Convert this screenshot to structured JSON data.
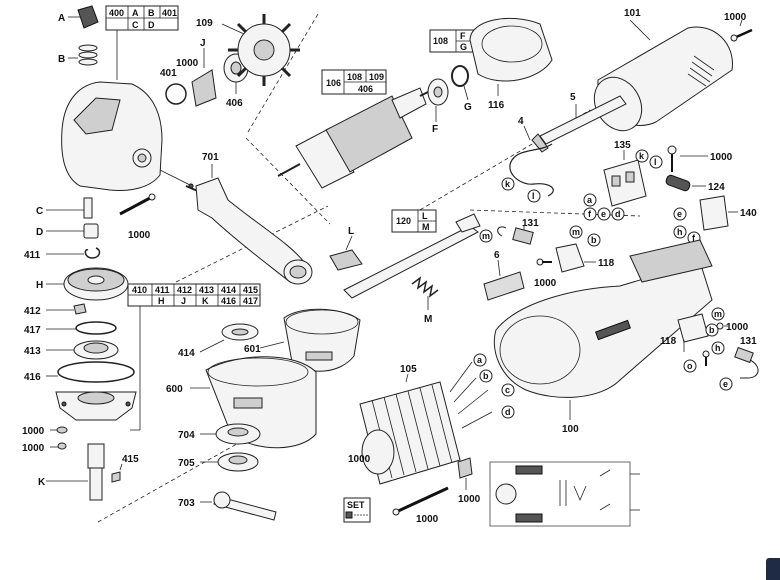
{
  "parts": {
    "A": "A",
    "B": "B",
    "C": "C",
    "D": "D",
    "F": "F",
    "G": "G",
    "H": "H",
    "J": "J",
    "K": "K",
    "L": "L",
    "M": "M",
    "n101": "101",
    "n1000": "1000",
    "n109": "109",
    "n401": "401",
    "n406": "406",
    "n106": "106",
    "n108": "108",
    "n116": "116",
    "n5": "5",
    "n4": "4",
    "n135": "135",
    "n124": "124",
    "n140": "140",
    "n701": "701",
    "n411": "411",
    "n412": "412",
    "n417": "417",
    "n413": "413",
    "n416": "416",
    "n410": "410",
    "n415": "415",
    "n414": "414",
    "n601": "601",
    "n600": "600",
    "n704": "704",
    "n705": "705",
    "n703": "703",
    "n120": "120",
    "n131": "131",
    "n118": "118",
    "n6": "6",
    "n105": "105",
    "n100": "100",
    "a": "a",
    "b": "b",
    "c": "c",
    "d": "d",
    "e": "e",
    "f": "f",
    "h": "h",
    "k": "k",
    "l": "l",
    "m": "m",
    "o": "o",
    "set": "SET"
  },
  "tables": {
    "t400": {
      "row1": [
        "400",
        "A",
        "B",
        "401"
      ],
      "row2": [
        "C",
        "D"
      ]
    },
    "t106": {
      "row1": [
        "106",
        "108",
        "109"
      ],
      "row2": [
        "406"
      ]
    },
    "t108": {
      "row1": [
        "108",
        "F"
      ],
      "row2": [
        "G"
      ]
    },
    "t120": {
      "row1": [
        "120",
        "L"
      ],
      "row2": [
        "M"
      ]
    },
    "t410": {
      "row1": [
        "410",
        "411",
        "412",
        "413",
        "414",
        "415"
      ],
      "row2": [
        "H",
        "J",
        "K",
        "416",
        "417"
      ]
    }
  }
}
